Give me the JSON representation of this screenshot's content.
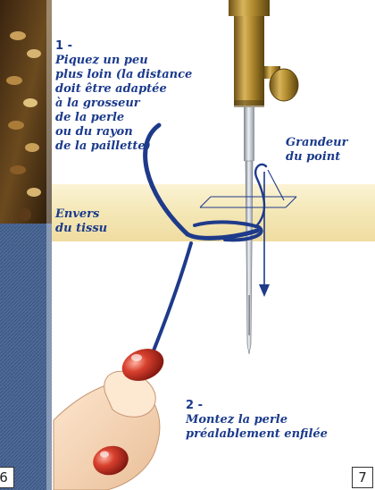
{
  "captions": {
    "step1_number": "1 -",
    "step1_text": "Piquez un peu\nplus loin (la distance\ndoit être adaptée\nà la grosseur\nde la perle\nou du rayon\nde la paillette)",
    "step2_number": "2 -",
    "step2_text": "Montez la perle\npréalablement enfilée",
    "stitch_length_label": "Grandeur\ndu point",
    "fabric_back_label": "Envers\ndu tissu"
  },
  "page_numbers": {
    "left": "6",
    "right": "7"
  },
  "colors": {
    "caption_text": "#1b3a8c",
    "thread": "#1e3a8a",
    "fabric": "#f4e7b6",
    "bead": "#c8342a",
    "needle_mount": "#a8842a"
  },
  "icons": {
    "needle": "sewing-machine-needle-icon",
    "bead": "bead-icon",
    "hand": "hand-icon",
    "arrow": "arrow-down-icon"
  }
}
